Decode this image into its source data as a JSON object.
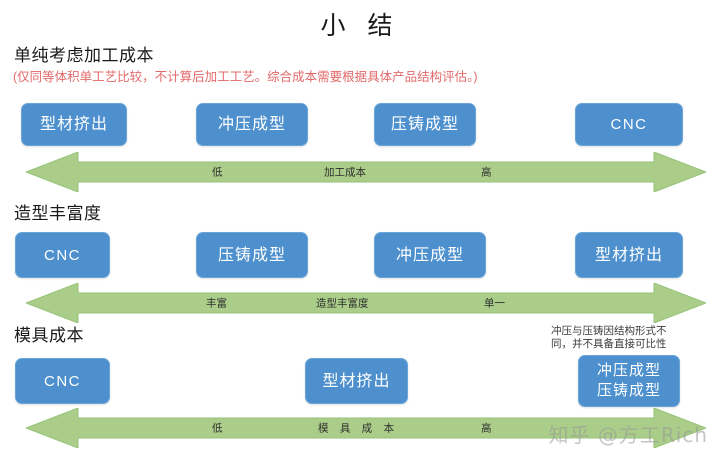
{
  "title": "小 结",
  "colors": {
    "box_fill": "#4d90cd",
    "box_border": "#6aa5da",
    "arrow_fill": "#aace8a",
    "arrow_stroke": "#8cbd68",
    "red_note": "#e2696a",
    "background": "#ffffff"
  },
  "sections": [
    {
      "heading": "单纯考虑加工成本",
      "subtitle": "(仅同等体积单工艺比较，不计算后加工工艺。综合成本需要根据具体产品结构评估。)",
      "boxes": [
        {
          "label": "型材挤出"
        },
        {
          "label": "冲压成型"
        },
        {
          "label": "压铸成型"
        },
        {
          "label": "CNC"
        }
      ],
      "axis": {
        "left_label": "低",
        "center_label": "加工成本",
        "right_label": "高"
      }
    },
    {
      "heading": "造型丰富度",
      "boxes": [
        {
          "label": "CNC"
        },
        {
          "label": "压铸成型"
        },
        {
          "label": "冲压成型"
        },
        {
          "label": "型材挤出"
        }
      ],
      "axis": {
        "left_label": "丰富",
        "center_label": "造型丰富度",
        "right_label": "单一"
      }
    },
    {
      "heading": "模具成本",
      "note": "冲压与压铸因结构形式不同，并不具备直接可比性",
      "boxes": [
        {
          "label": "CNC"
        },
        {
          "label": "型材挤出"
        },
        {
          "label": "冲压成型\n压铸成型"
        }
      ],
      "axis": {
        "left_label": "低",
        "center_label": "模 具 成 本",
        "right_label": "高"
      }
    }
  ],
  "watermark": "知乎 @方工Rich"
}
